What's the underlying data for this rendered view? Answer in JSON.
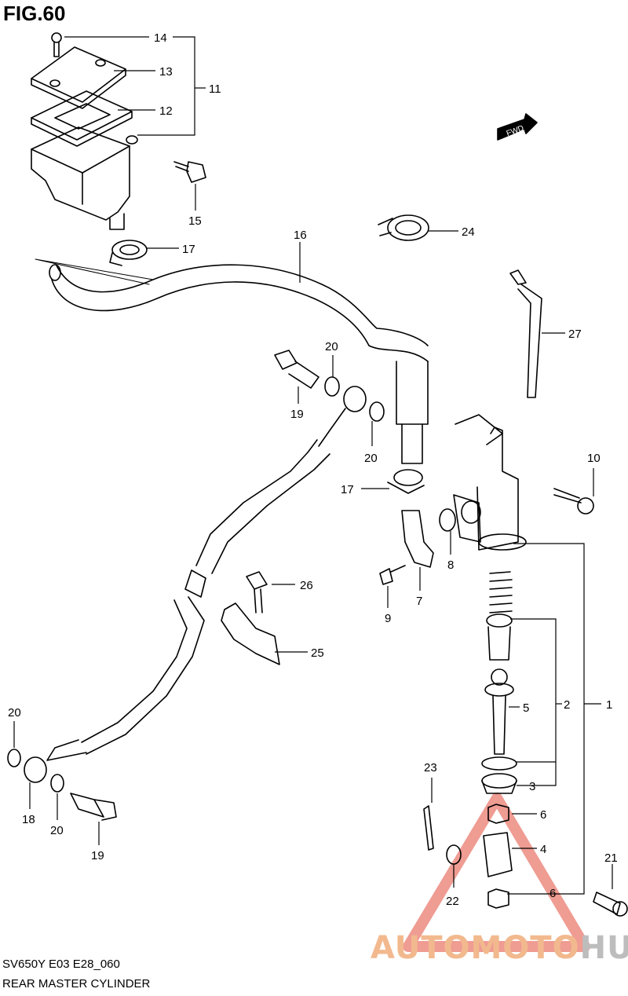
{
  "figure": {
    "title": "FIG.60"
  },
  "footer": {
    "model_code": "SV650Y E03 E28_060",
    "part_name": "REAR MASTER CYLINDER"
  },
  "watermark": {
    "part1": "AUTOMOTO",
    "part2": "HUB",
    "color_accent": "#f2b98e",
    "color_gray": "#bdbdbd"
  },
  "fwd_label": "FWD",
  "callouts": {
    "c1": "1",
    "c2": "2",
    "c3": "3",
    "c4": "4",
    "c5": "5",
    "c6a": "6",
    "c6b": "6",
    "c7": "7",
    "c8": "8",
    "c9": "9",
    "c10": "10",
    "c11": "11",
    "c12": "12",
    "c13": "13",
    "c14": "14",
    "c15": "15",
    "c16": "16",
    "c17a": "17",
    "c17b": "17",
    "c18": "18",
    "c19a": "19",
    "c19b": "19",
    "c20a": "20",
    "c20b": "20",
    "c20c": "20",
    "c20d": "20",
    "c21": "21",
    "c22": "22",
    "c23": "23",
    "c24": "24",
    "c25": "25",
    "c26": "26",
    "c27": "27"
  }
}
